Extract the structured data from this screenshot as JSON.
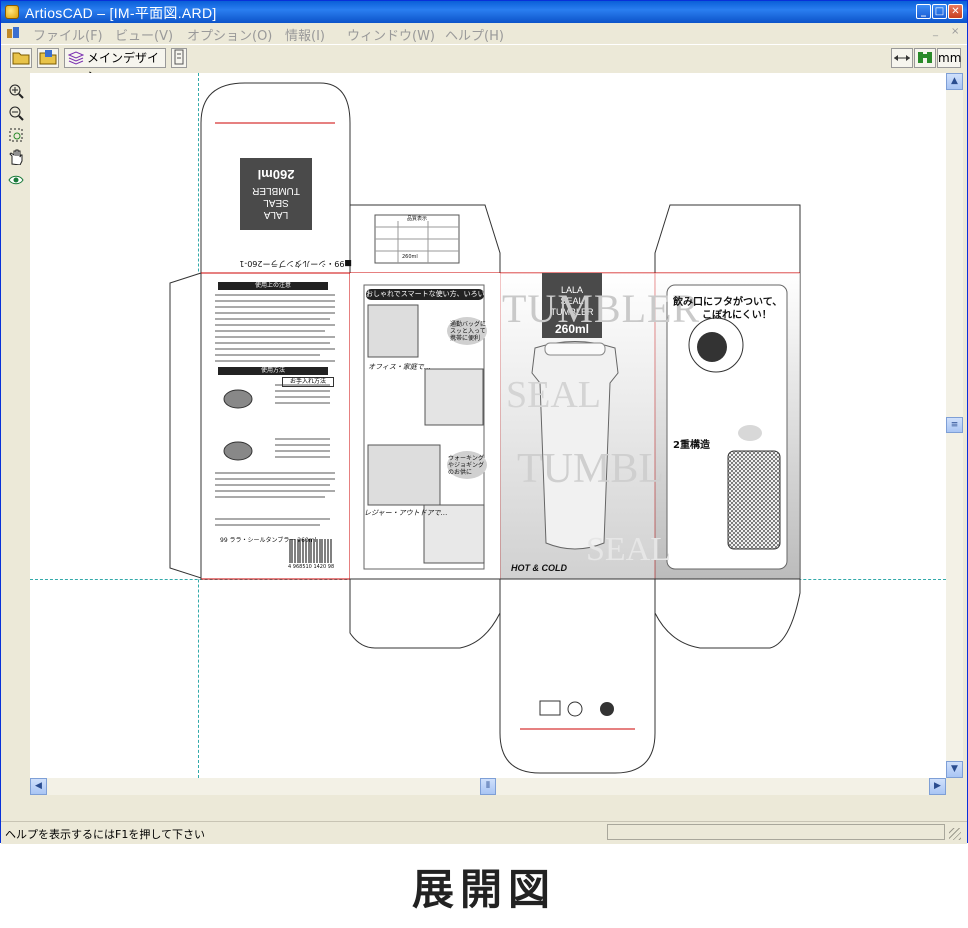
{
  "window": {
    "title": "ArtiosCAD – [IM-平面図.ARD]",
    "minimize_label": "_",
    "restore_label": "□",
    "close_label": "✕"
  },
  "menu": {
    "items": [
      "ファイル(F)",
      "ビュー(V)",
      "オプション(O)",
      "情報(I)",
      "ウィンドウ(W)",
      "ヘルプ(H)"
    ],
    "mdi_controls": [
      "_",
      "×"
    ]
  },
  "toolbar": {
    "main_design_label": "メインデザイン",
    "units_label": "mm"
  },
  "tools": [
    "zoom-in-icon",
    "zoom-out-icon",
    "zoom-window-icon",
    "pan-hand-icon",
    "view-icon"
  ],
  "artwork": {
    "product_line1": "LALA",
    "product_line2": "SEAL TUMBLER",
    "capacity": "260ml",
    "bg_word1": "TUMBLER",
    "bg_word2": "SEAL",
    "bg_word3": "TUMBL",
    "bg_word4": "SEAL",
    "hot_cold": "HOT & COLD",
    "panel2_heading": "おしゃれでスマートな使い方、いろいろ！",
    "panel2_bubble1": "通勤バッグにスッと入って携帯に便利",
    "panel2_office": "オフィス・家庭で…",
    "panel2_bubble2": "ウォーキングやジョギングのお供に",
    "panel2_leisure": "レジャー・アウトドアで…",
    "panel4_heading1": "飲み口にフタがついて、",
    "panel4_heading2": "こぼれにくい！",
    "panel4_double": "2重構造",
    "left_top_code": "■99・シールタンブラー260-1",
    "left_section1": "使用上の注意",
    "left_section2": "使用方法",
    "left_section3": "お手入れ方法",
    "left_barcode_num": "4 968510 1420 98",
    "left_product_info": "99 ララ・シールタンブラー 260ml",
    "spec_title": "品質表示",
    "spec_capacity": "260ml"
  },
  "status": {
    "help_text": "ヘルプを表示するにはF1を押して下さい"
  },
  "caption": "展開図"
}
